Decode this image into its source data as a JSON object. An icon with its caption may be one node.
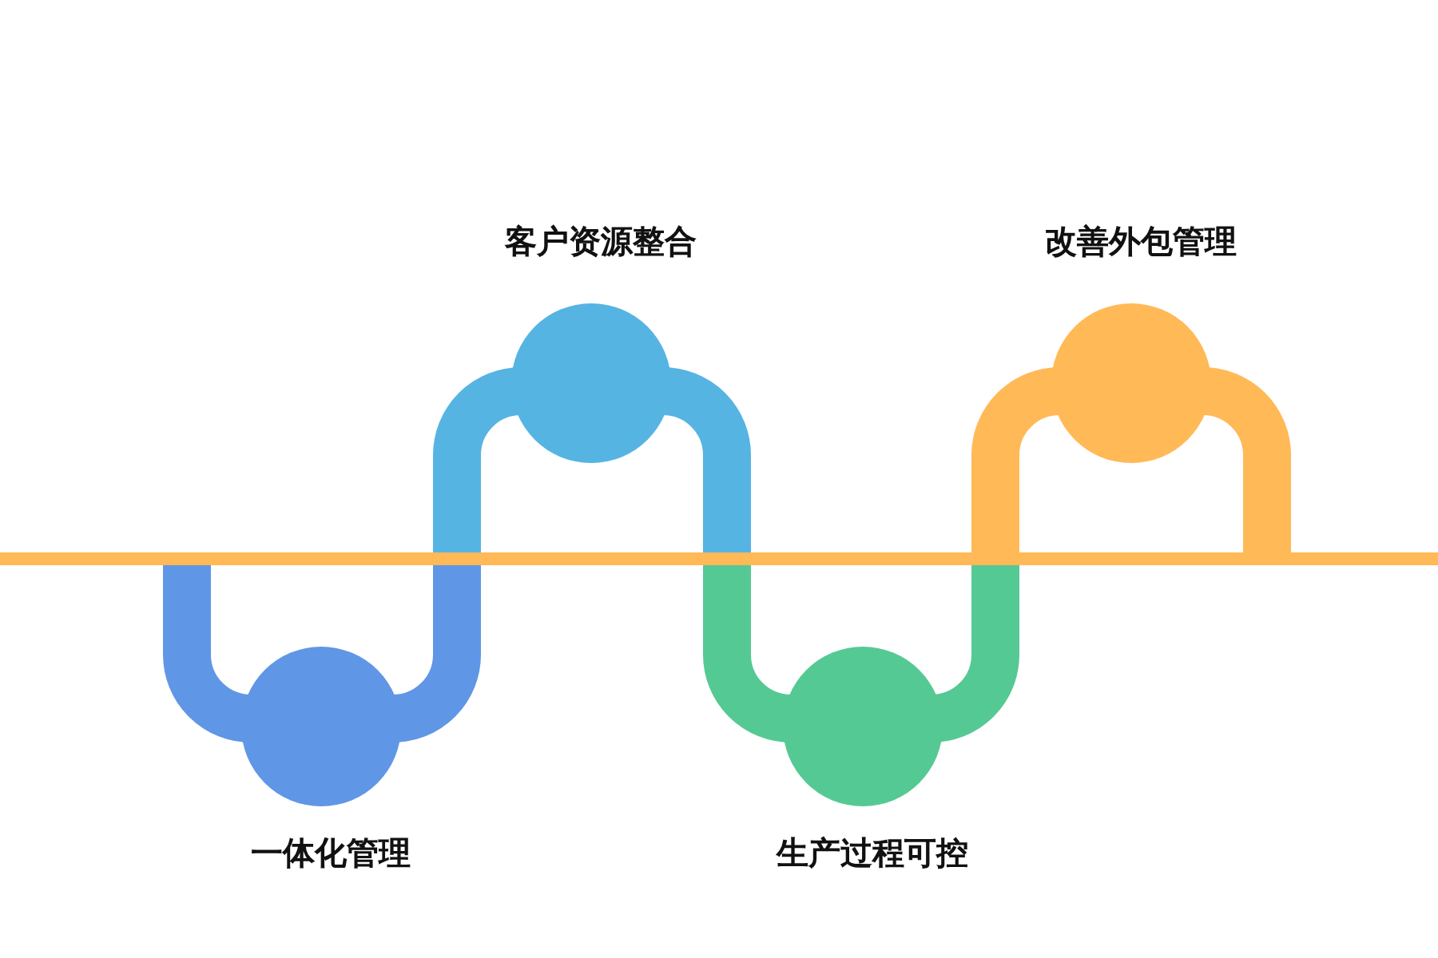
{
  "diagram": {
    "nodes": [
      {
        "text": [
          "一体化管理"
        ]
      },
      {
        "text": [
          "客户资源整合"
        ]
      },
      {
        "text": [
          "生产过程可控"
        ]
      },
      {
        "text": [
          "改善外包管理"
        ]
      }
    ]
  }
}
